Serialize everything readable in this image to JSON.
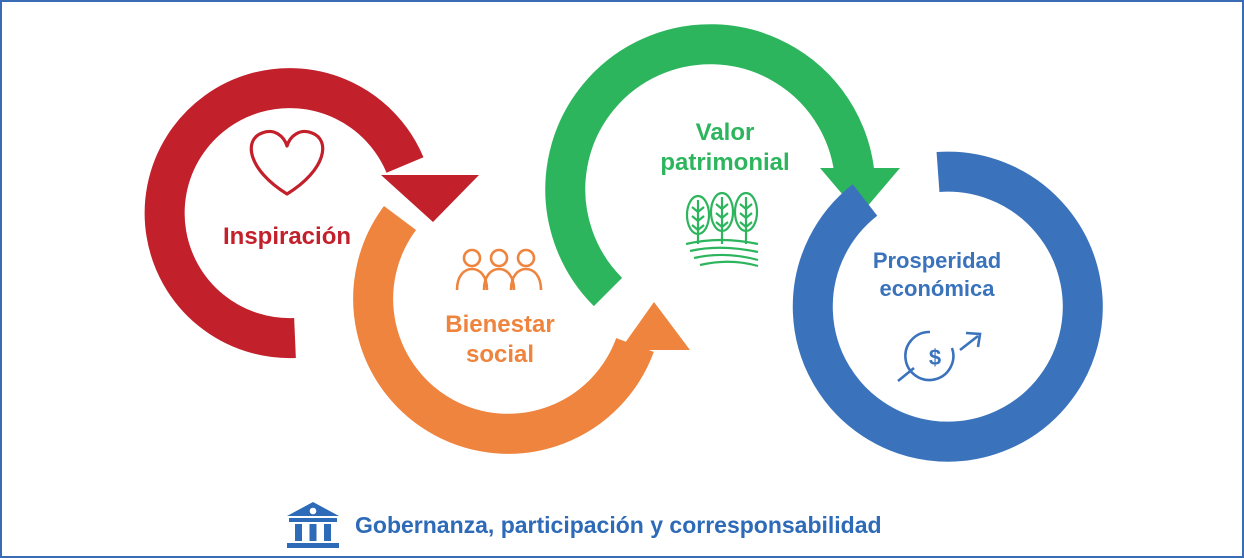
{
  "colors": {
    "inspiracion": "#c2202b",
    "bienestar": "#ee843e",
    "valor": "#2db55d",
    "prosperidad": "#3a73bc",
    "gobernanza": "#2d6ab7",
    "border": "#3a6bb5"
  },
  "stages": {
    "inspiracion": {
      "label": "Inspiración",
      "icon": "heart-icon"
    },
    "bienestar": {
      "line1": "Bienestar",
      "line2": "social",
      "icon": "people-icon"
    },
    "valor": {
      "line1": "Valor",
      "line2": "patrimonial",
      "icon": "trees-field-icon"
    },
    "prosperidad": {
      "line1": "Prosperidad",
      "line2": "económica",
      "icon": "dollar-growth-icon"
    }
  },
  "footer": {
    "label": "Gobernanza, participación y corresponsabilidad",
    "icon": "institution-building-icon"
  }
}
